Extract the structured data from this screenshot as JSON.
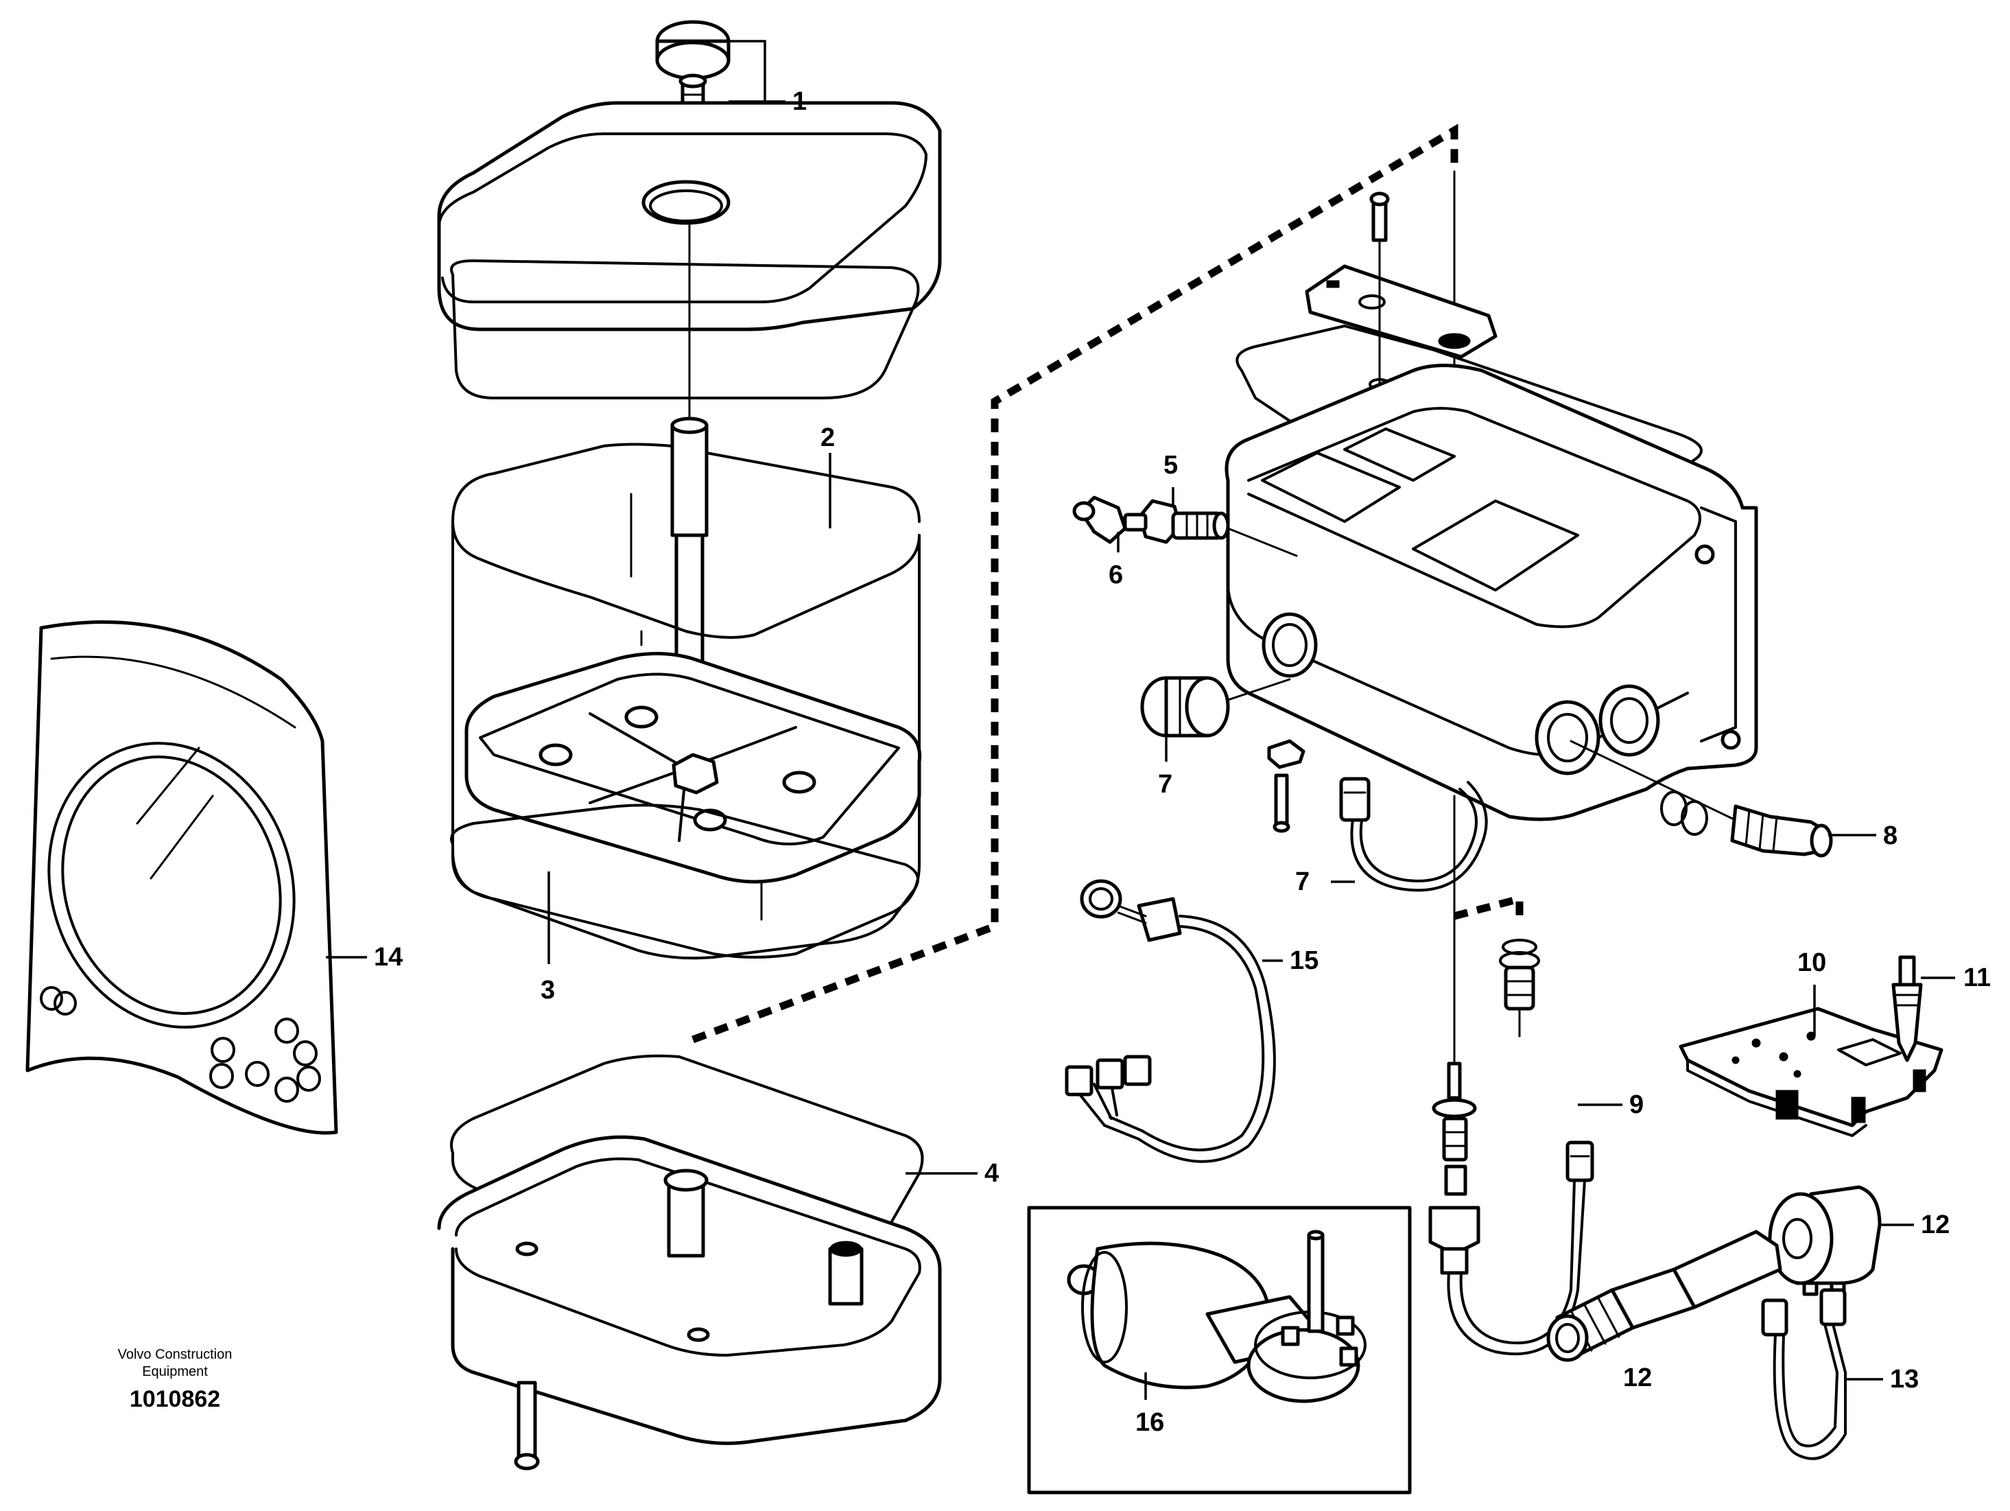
{
  "diagram": {
    "callouts": [
      "1",
      "2",
      "3",
      "4",
      "5",
      "6",
      "7",
      "7",
      "8",
      "9",
      "10",
      "11",
      "12",
      "12",
      "13",
      "14",
      "15",
      "16"
    ],
    "credit_line1": "Volvo Construction",
    "credit_line2": "Equipment",
    "document_number": "1010862"
  }
}
